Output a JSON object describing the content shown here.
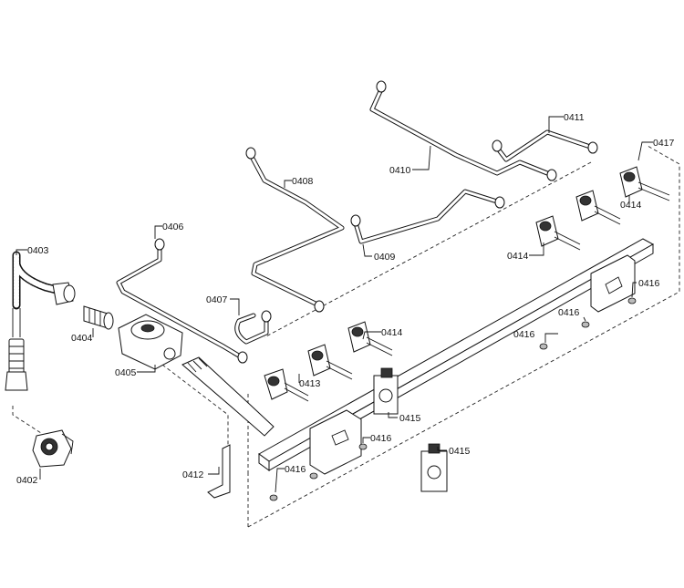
{
  "labels": {
    "l0402": "0402",
    "l0403": "0403",
    "l0404": "0404",
    "l0405": "0405",
    "l0406": "0406",
    "l0407": "0407",
    "l0408": "0408",
    "l0409": "0409",
    "l0410": "0410",
    "l0411": "0411",
    "l0412": "0412",
    "l0413": "0413",
    "l0414a": "0414",
    "l0414b": "0414",
    "l0414c": "0414",
    "l0415a": "0415",
    "l0415b": "0415",
    "l0416a": "0416",
    "l0416b": "0416",
    "l0416c": "0416",
    "l0416d": "0416",
    "l0416e": "0416",
    "l0417": "0417"
  }
}
